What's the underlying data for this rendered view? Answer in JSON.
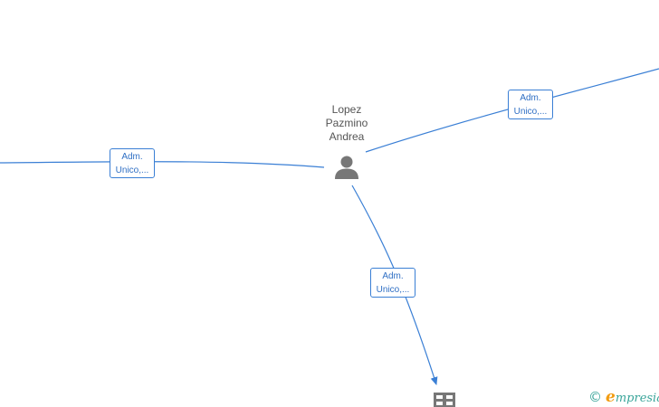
{
  "person": {
    "name_lines": [
      "Lopez",
      "Pazmino",
      "Andrea"
    ],
    "icon": "person-icon"
  },
  "edges": [
    {
      "role_lines": [
        "Adm.",
        "Unico,..."
      ]
    },
    {
      "role_lines": [
        "Adm.",
        "Unico,..."
      ]
    },
    {
      "role_lines": [
        "Adm.",
        "Unico,..."
      ]
    }
  ],
  "company_node": {
    "icon": "building-icon"
  },
  "brand": {
    "copyright_symbol": "©",
    "name_first": "e",
    "name_rest": "mpresia",
    "color": "#3aa59a",
    "accent_color": "#f29c11"
  },
  "colors": {
    "edge": "#3a7fd5",
    "node_icon": "#777777"
  }
}
